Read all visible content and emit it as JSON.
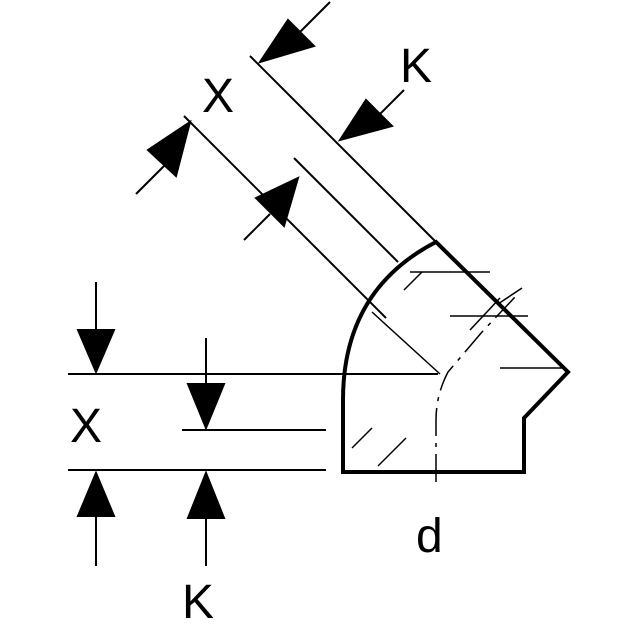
{
  "labels": {
    "x_top": "X",
    "k_top": "K",
    "x_left": "X",
    "k_bottom": "K",
    "d": "d"
  },
  "colors": {
    "stroke": "#000000",
    "background": "#ffffff"
  }
}
